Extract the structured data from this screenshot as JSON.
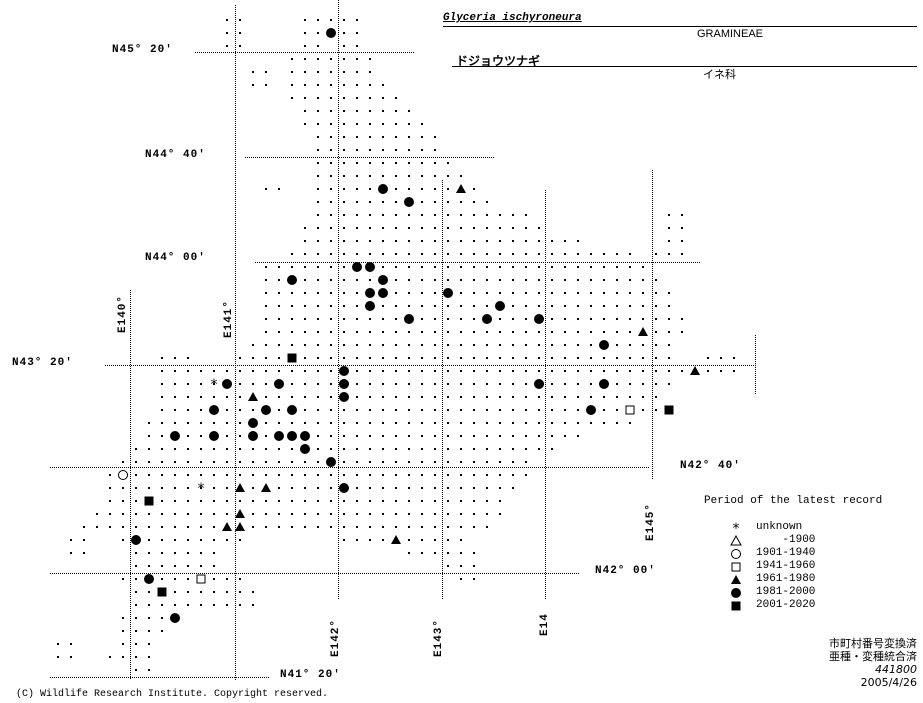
{
  "header": {
    "scientific_name": "Glyceria ischyroneura",
    "family_latin": "GRAMINEAE",
    "japanese_name": "ドジョウツナギ",
    "family_japanese": "イネ科"
  },
  "latitude_labels": [
    "N45° 20′",
    "N44° 40′",
    "N44° 00′",
    "N43° 20′",
    "N42° 40′",
    "N42° 00′",
    "N41° 20′"
  ],
  "longitude_labels": [
    "E140°",
    "E141°",
    "E142°",
    "E143°",
    "E14",
    "E145°"
  ],
  "legend": {
    "title": "Period of the latest record",
    "items": [
      {
        "symbol": "asterisk",
        "label": "unknown"
      },
      {
        "symbol": "open-triangle",
        "label": "    -1900"
      },
      {
        "symbol": "open-circle",
        "label": "1901-1940"
      },
      {
        "symbol": "open-square",
        "label": "1941-1960"
      },
      {
        "symbol": "filled-triangle",
        "label": "1961-1980"
      },
      {
        "symbol": "filled-circle",
        "label": "1981-2000"
      },
      {
        "symbol": "filled-square",
        "label": "2001-2020"
      }
    ]
  },
  "notes": {
    "line1": "市町村番号変換済",
    "line2": "亜種・変種統合済",
    "code": "441800",
    "date": "2005/4/26"
  },
  "copyright": "(C) Wildlife Research Institute. Copyright reserved."
}
